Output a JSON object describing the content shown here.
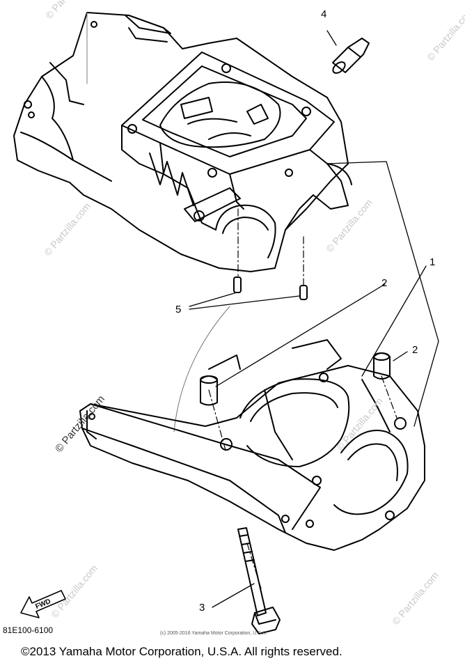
{
  "diagram": {
    "callouts": [
      "1",
      "2",
      "2",
      "3",
      "4",
      "5"
    ],
    "fwd_label": "FWD",
    "part_code": "81E100-6100",
    "inner_copyright": "(c) 2005-2016 Yamaha Motor Corporation, U.S.A.",
    "footer": "©2013 Yamaha Motor Corporation, U.S.A. All rights reserved.",
    "watermark": "© Partzilla.com"
  }
}
